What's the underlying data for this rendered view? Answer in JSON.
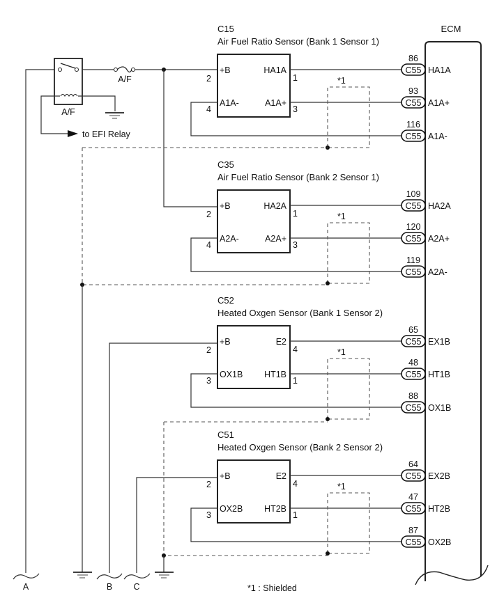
{
  "ecm": {
    "label": "ECM"
  },
  "relay": {
    "label": "A/F",
    "note": "to EFI Relay"
  },
  "fuse": {
    "label": "A/F"
  },
  "footnote": "*1 : Shielded",
  "shield_marker": "*1",
  "breaks": [
    "A",
    "B",
    "C"
  ],
  "sensors": [
    {
      "code": "C15",
      "name": "Air Fuel Ratio Sensor (Bank 1 Sensor 1)",
      "left_top": {
        "label": "+B",
        "pin": "2"
      },
      "left_bottom": {
        "label": "A1A-",
        "pin": "4"
      },
      "right_top": {
        "label": "HA1A",
        "pin": "1"
      },
      "right_bottom": {
        "label": "A1A+",
        "pin": "3"
      },
      "ecm_pins": [
        {
          "num": "86",
          "connector": "C55",
          "signal": "HA1A"
        },
        {
          "num": "93",
          "connector": "C55",
          "signal": "A1A+"
        },
        {
          "num": "116",
          "connector": "C55",
          "signal": "A1A-"
        }
      ]
    },
    {
      "code": "C35",
      "name": "Air Fuel Ratio Sensor (Bank 2 Sensor 1)",
      "left_top": {
        "label": "+B",
        "pin": "2"
      },
      "left_bottom": {
        "label": "A2A-",
        "pin": "4"
      },
      "right_top": {
        "label": "HA2A",
        "pin": "1"
      },
      "right_bottom": {
        "label": "A2A+",
        "pin": "3"
      },
      "ecm_pins": [
        {
          "num": "109",
          "connector": "C55",
          "signal": "HA2A"
        },
        {
          "num": "120",
          "connector": "C55",
          "signal": "A2A+"
        },
        {
          "num": "119",
          "connector": "C55",
          "signal": "A2A-"
        }
      ]
    },
    {
      "code": "C52",
      "name": "Heated Oxgen Sensor (Bank 1 Sensor 2)",
      "left_top": {
        "label": "+B",
        "pin": "2"
      },
      "left_bottom": {
        "label": "OX1B",
        "pin": "3"
      },
      "right_top": {
        "label": "E2",
        "pin": "4"
      },
      "right_bottom": {
        "label": "HT1B",
        "pin": "1"
      },
      "ecm_pins": [
        {
          "num": "65",
          "connector": "C55",
          "signal": "EX1B"
        },
        {
          "num": "48",
          "connector": "C55",
          "signal": "HT1B"
        },
        {
          "num": "88",
          "connector": "C55",
          "signal": "OX1B"
        }
      ]
    },
    {
      "code": "C51",
      "name": "Heated Oxgen Sensor (Bank 2 Sensor 2)",
      "left_top": {
        "label": "+B",
        "pin": "2"
      },
      "left_bottom": {
        "label": "OX2B",
        "pin": "3"
      },
      "right_top": {
        "label": "E2",
        "pin": "4"
      },
      "right_bottom": {
        "label": "HT2B",
        "pin": "1"
      },
      "ecm_pins": [
        {
          "num": "64",
          "connector": "C55",
          "signal": "EX2B"
        },
        {
          "num": "47",
          "connector": "C55",
          "signal": "HT2B"
        },
        {
          "num": "87",
          "connector": "C55",
          "signal": "OX2B"
        }
      ]
    }
  ]
}
